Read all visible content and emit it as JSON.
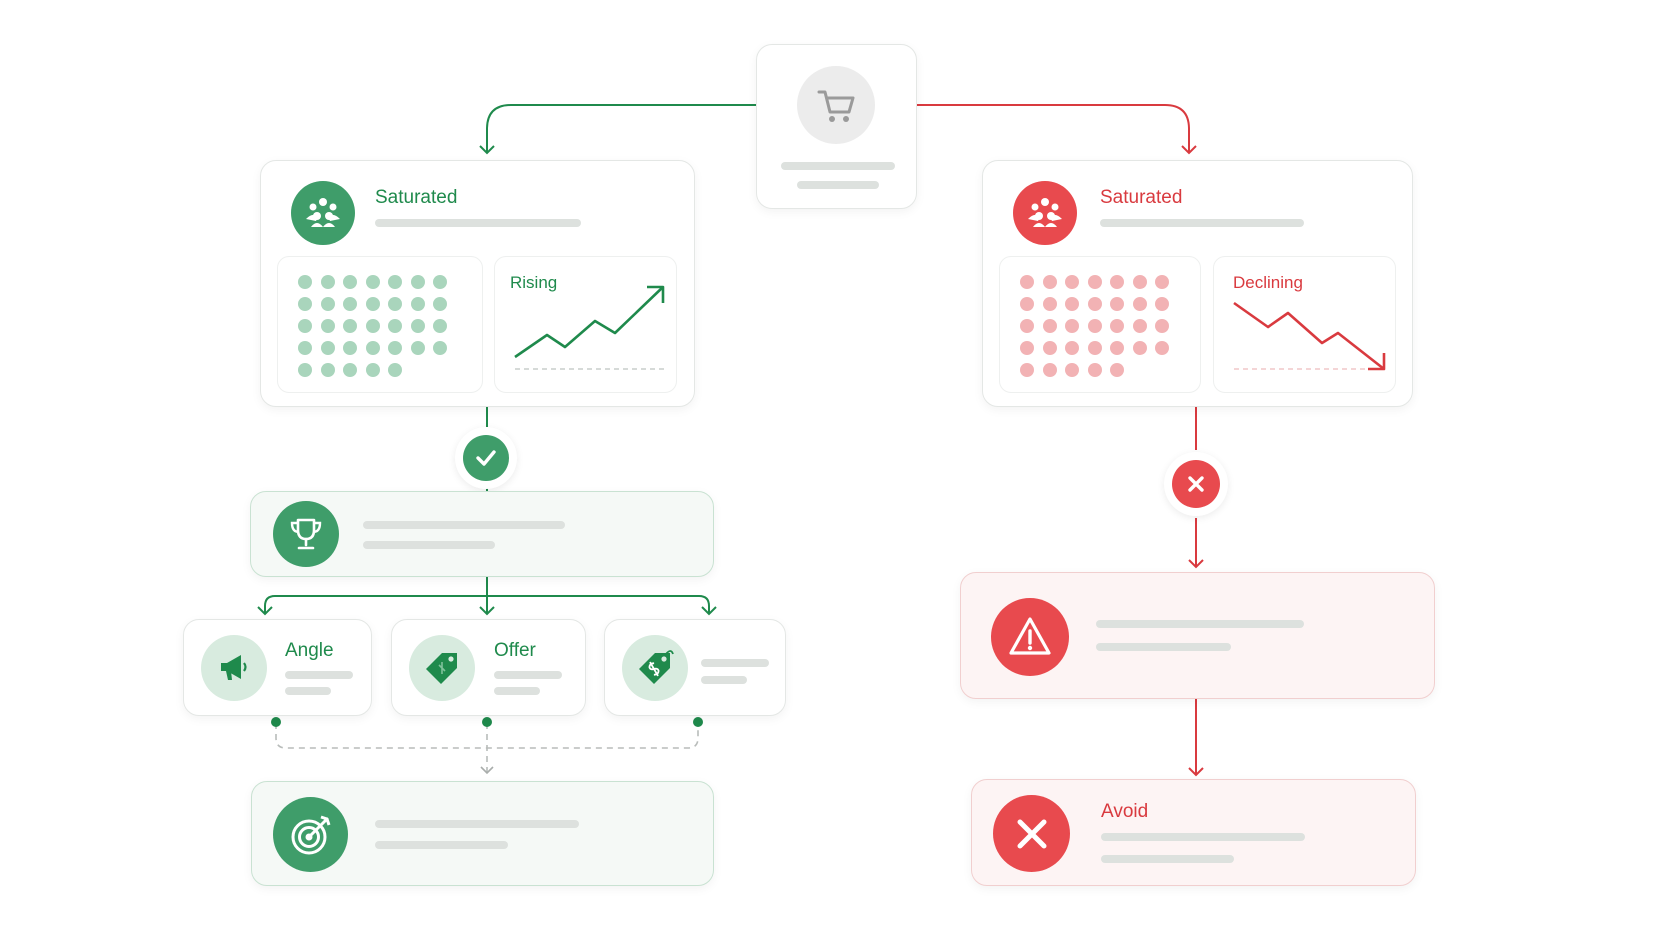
{
  "colors": {
    "green": "#1f8a4c",
    "green_circle": "#3f9d6a",
    "green_light": "#a9d5bc",
    "red": "#d93a3f",
    "red_circle": "#e84a4e",
    "red_light": "#f2b2b4",
    "neutral_circle": "#ececec",
    "placeholder": "#dde1de"
  },
  "top_node": {
    "icon": "shopping-cart-icon"
  },
  "left": {
    "status_label": "Saturated",
    "status_icon": "people-group-icon",
    "trend_label": "Rising",
    "trend_icon": "rising-trend-arrow-icon",
    "decision_icon": "checkmark-icon",
    "result_icon": "trophy-icon",
    "branches": [
      {
        "label": "Angle",
        "icon": "megaphone-icon"
      },
      {
        "label": "Offer",
        "icon": "price-tag-icon"
      },
      {
        "label": "",
        "icon": "dollar-tag-icon"
      }
    ],
    "final_icon": "target-icon"
  },
  "right": {
    "status_label": "Saturated",
    "status_icon": "people-group-icon",
    "trend_label": "Declining",
    "trend_icon": "declining-trend-arrow-icon",
    "decision_icon": "x-mark-icon",
    "warning_icon": "warning-triangle-icon",
    "final_label": "Avoid",
    "final_icon": "x-mark-icon"
  }
}
